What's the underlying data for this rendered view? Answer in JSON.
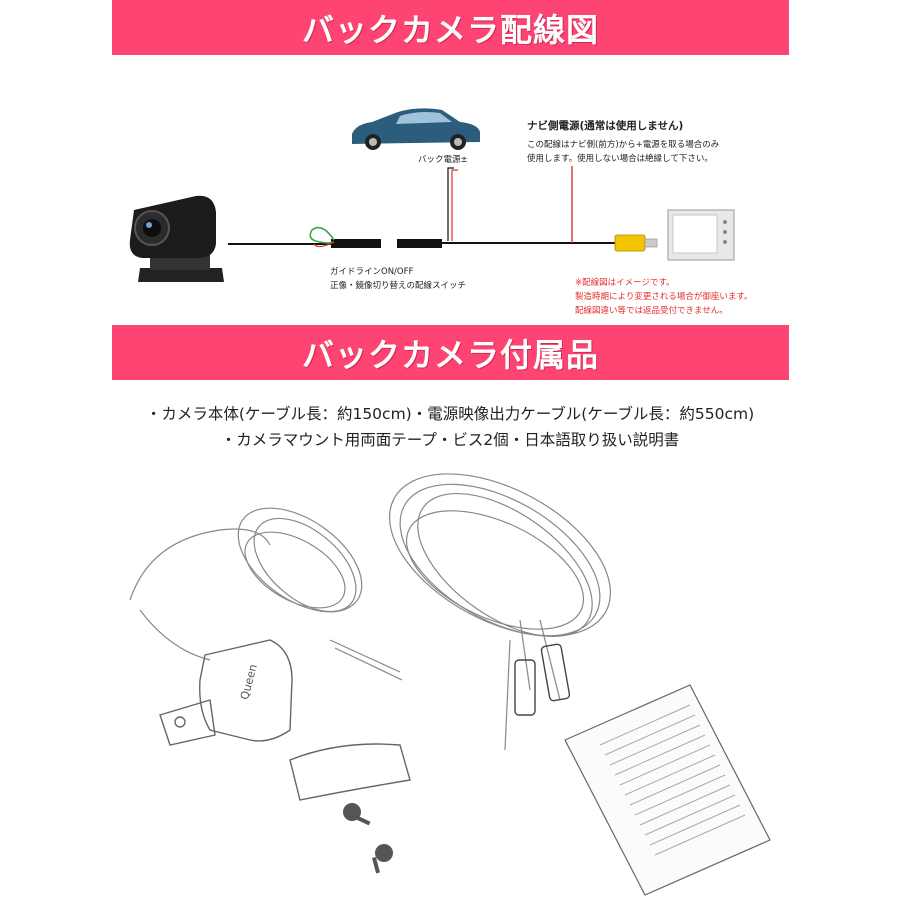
{
  "banners": {
    "wiring_title": "バックカメラ配線図",
    "accessories_title": "バックカメラ付属品"
  },
  "diagram": {
    "back_power_label": "バック電源±",
    "guideline_label_line1": "ガイドラインON/OFF",
    "guideline_label_line2": "正像・鏡像切り替えの配線スイッチ",
    "navi_power_title": "ナビ側電源(通常は使用しません)",
    "navi_power_desc1": "この配線はナビ側(前方)から+電源を取る場合のみ",
    "navi_power_desc2": "使用します。使用しない場合は絶縁して下さい。",
    "note_line1": "※配線図はイメージです。",
    "note_line2": "製造時期により変更される場合が御座います。",
    "note_line3": "配線図違い等では返品受付できません。"
  },
  "accessories": {
    "line1": "・カメラ本体(ケーブル長：約150cm)・電源映像出力ケーブル(ケーブル長：約550cm)",
    "line2": "・カメラマウント用両面テープ・ビス2個・日本語取り扱い説明書"
  },
  "photo": {
    "camera_brand": "Queen"
  },
  "colors": {
    "banner": "#fe4472",
    "note_red": "#e53030",
    "car_blue": "#2c5d7c",
    "rca_yellow": "#f5c400"
  },
  "icons": [
    "camera-icon",
    "car-icon",
    "monitor-icon",
    "rca-connector-icon"
  ]
}
